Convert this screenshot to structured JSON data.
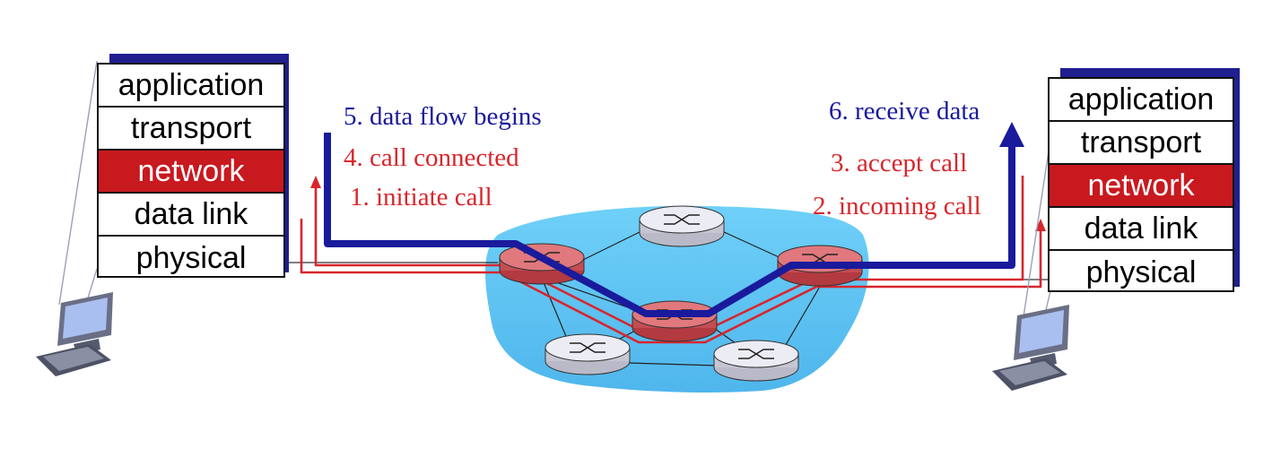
{
  "stacks": {
    "left": {
      "layers": [
        "application",
        "transport",
        "network",
        "data link",
        "physical"
      ],
      "highlight": "network"
    },
    "right": {
      "layers": [
        "application",
        "transport",
        "network",
        "data link",
        "physical"
      ],
      "highlight": "network"
    }
  },
  "steps": {
    "s1": "1. initiate call",
    "s2": "2. incoming call",
    "s3": "3. accept call",
    "s4": "4. call connected",
    "s5": "5. data flow begins",
    "s6": "6. receive data"
  },
  "colors": {
    "signal": "#d8262c",
    "data": "#1a1a9c",
    "highlight": "#c8191f",
    "cloud": "#5ec8f5",
    "router_active": "#d9646a",
    "router_idle": "#d2d2de"
  }
}
